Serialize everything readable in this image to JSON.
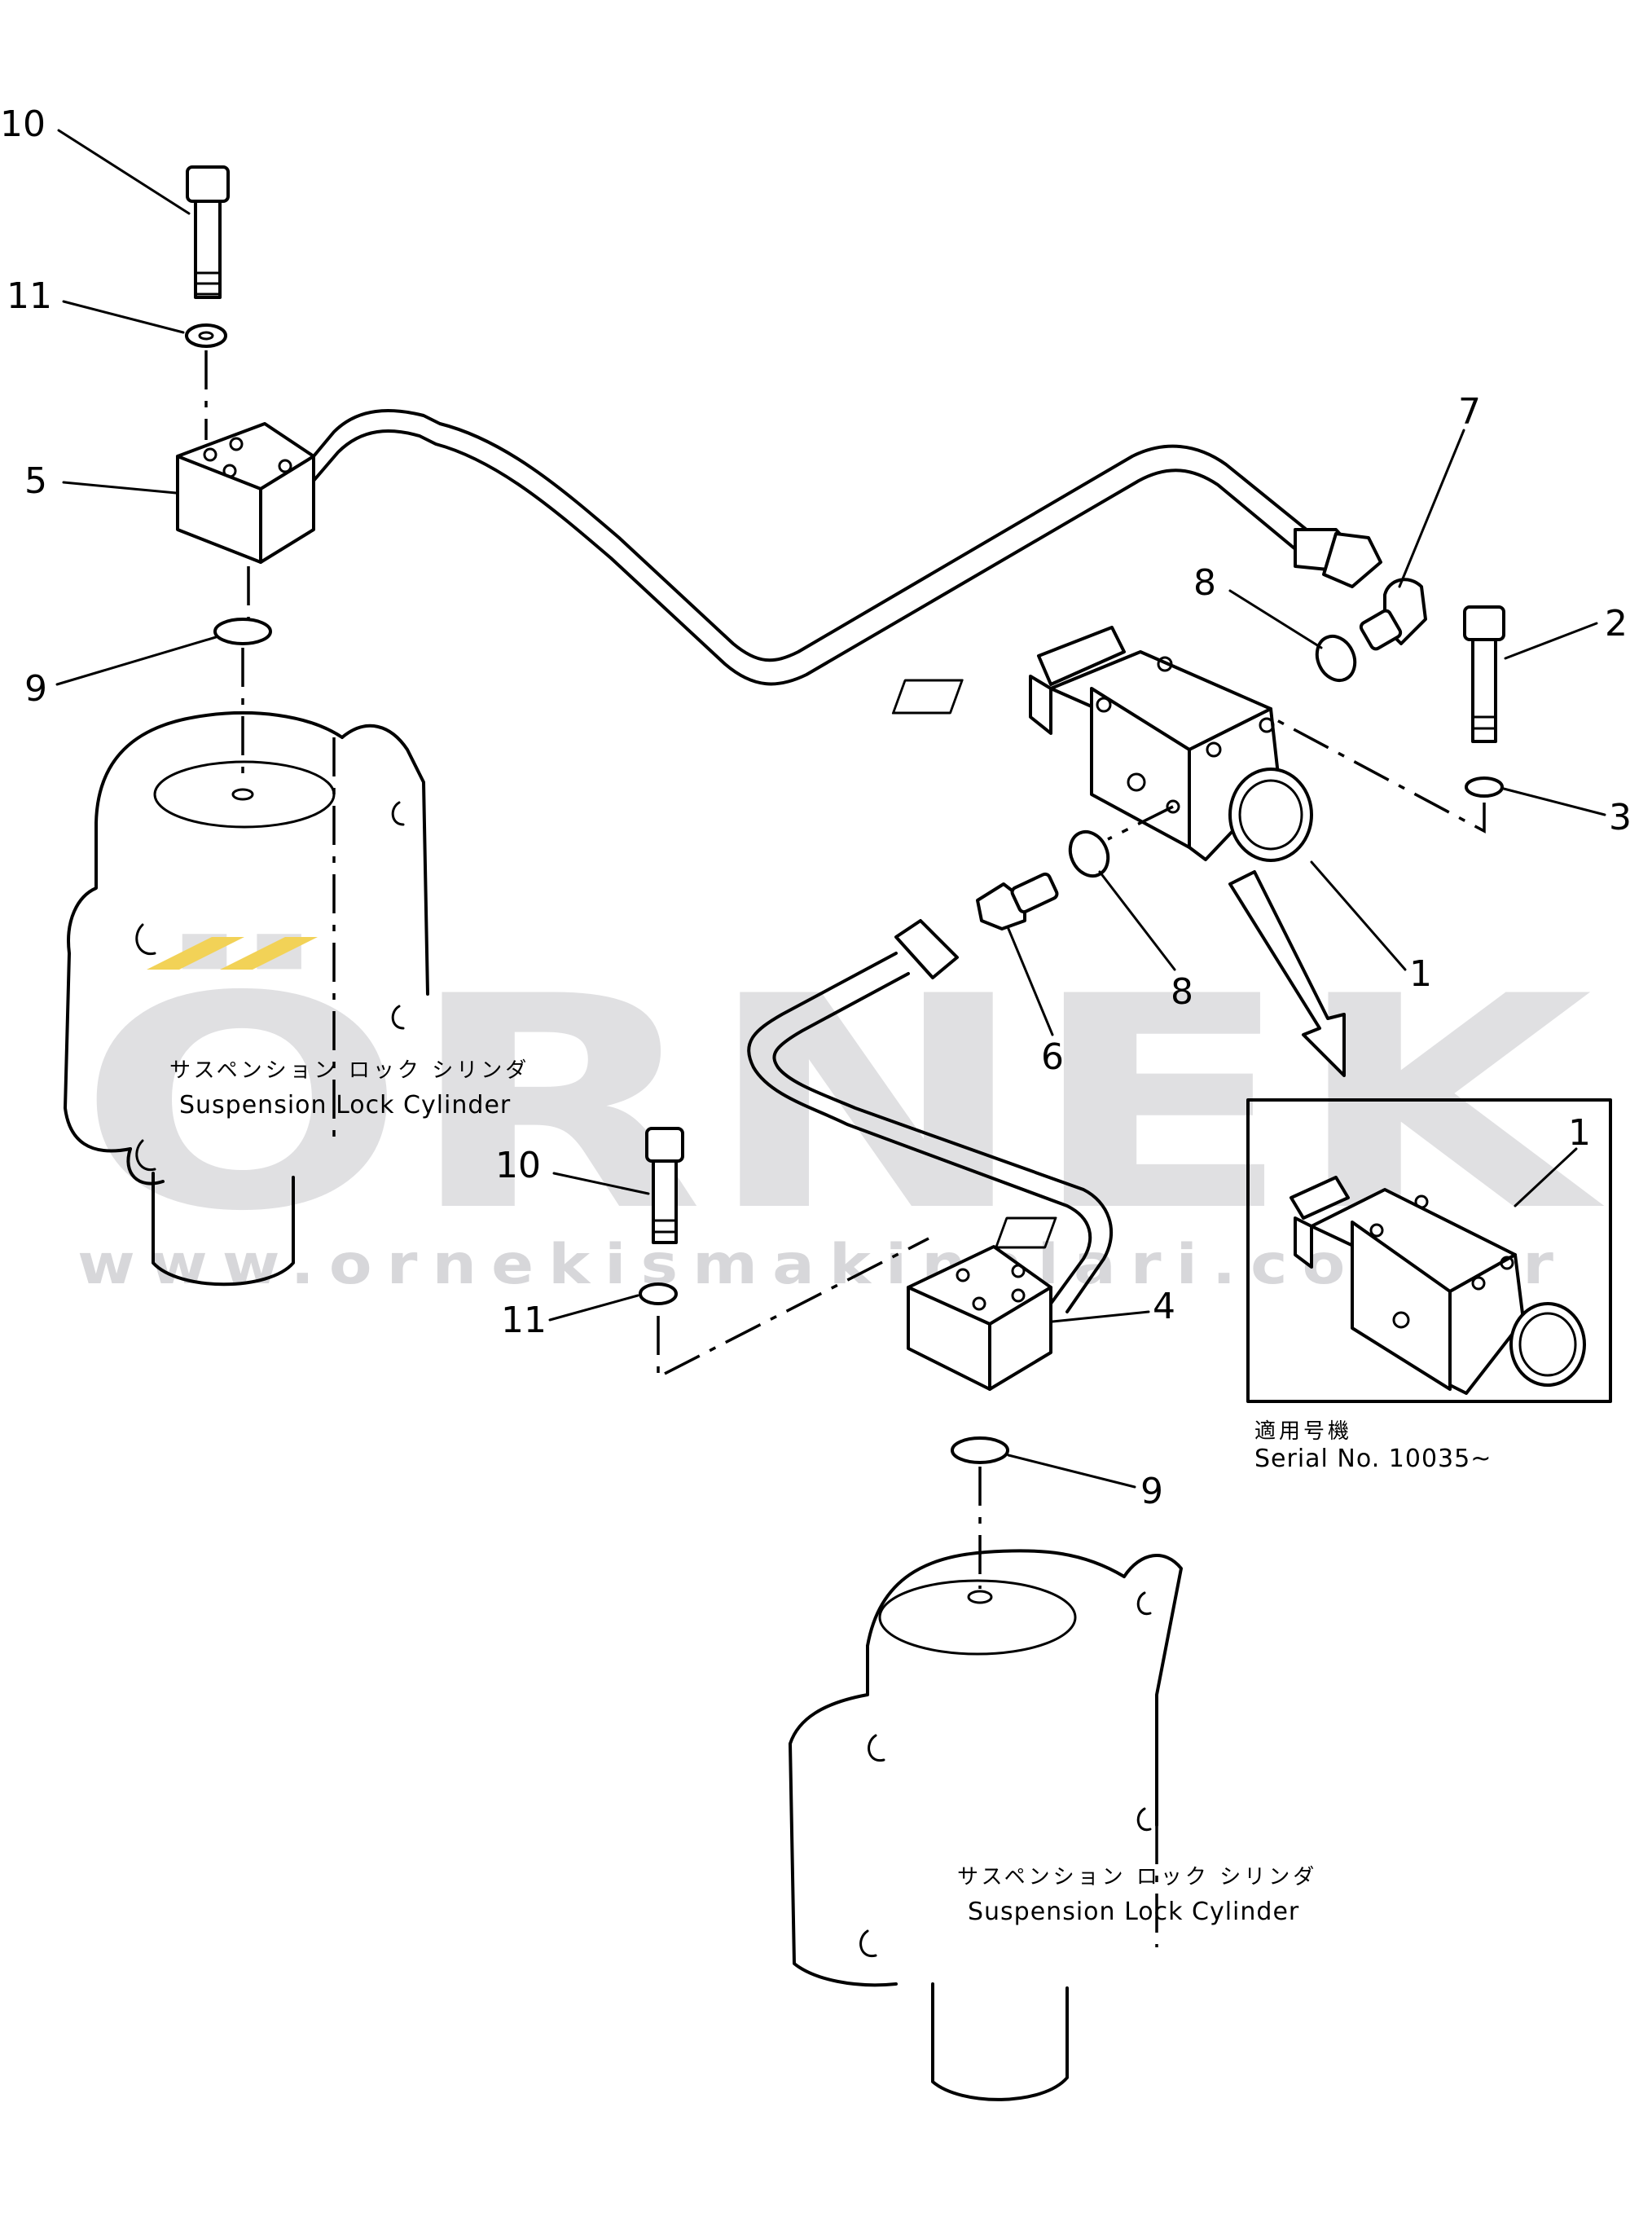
{
  "watermark": {
    "brand": "ÖRNEK",
    "url": "www.ornekismakinalari.com.tr",
    "accent_color": "#f2d257"
  },
  "labels": {
    "cylinder_upper_jp": "サスペンション ロック シリンダ",
    "cylinder_upper_en": "Suspension Lock Cylinder",
    "cylinder_lower_jp": "サスペンション ロック シリンダ",
    "cylinder_lower_en": "Suspension Lock Cylinder",
    "inset_jp": "適用号機",
    "inset_en": "Serial No. 10035~"
  },
  "callouts": {
    "c10_top": "10",
    "c11_top": "11",
    "c5": "5",
    "c9_left": "9",
    "c7": "7",
    "c8_top": "8",
    "c2": "2",
    "c3": "3",
    "c1": "1",
    "c8_mid": "8",
    "c6": "6",
    "c10_mid": "10",
    "c11_mid": "11",
    "c4": "4",
    "c9_bottom": "9",
    "c1_inset": "1"
  }
}
